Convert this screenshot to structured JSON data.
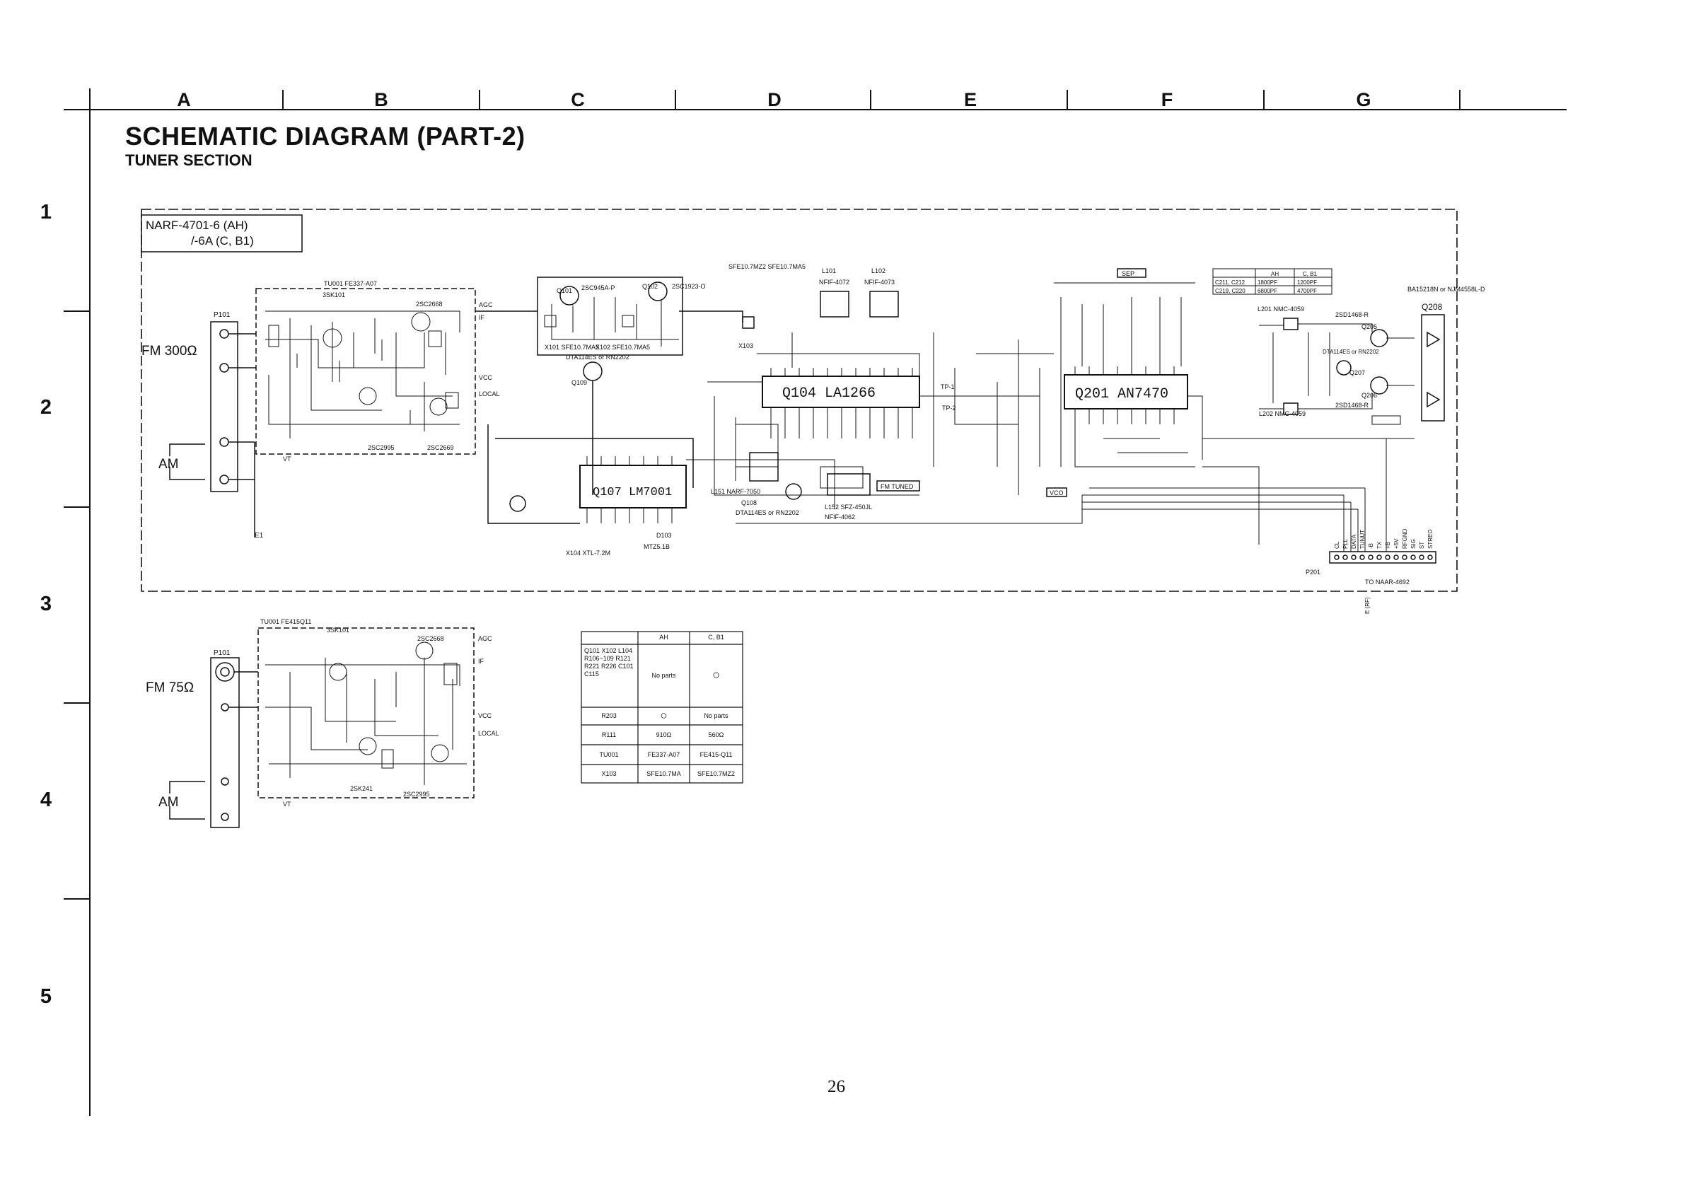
{
  "header": {
    "columns": [
      "A",
      "B",
      "C",
      "D",
      "E",
      "F",
      "G"
    ],
    "rows": [
      "1",
      "2",
      "3",
      "4",
      "5"
    ]
  },
  "title": "SCHEMATIC DIAGRAM (PART-2)",
  "subtitle": "TUNER SECTION",
  "page_number": "26",
  "model_box": {
    "line1": "NARF-4701-6 (AH)",
    "line2": "/-6A (C, B1)"
  },
  "inputs": {
    "fm300": "FM 300Ω",
    "am_top": "AM",
    "fm75": "FM 75Ω",
    "am_bottom": "AM",
    "p101_top": "P101",
    "p101_bottom": "P101",
    "e1": "E1"
  },
  "tuner_top": {
    "label": "TU001   FE337-A07",
    "transistor1": "3SK101",
    "transistor2": "2SC2668",
    "transistor3": "2SC2995",
    "transistor4": "2SC2669",
    "pins": [
      "AGC",
      "IF",
      "VCC",
      "LOCAL",
      "VT"
    ]
  },
  "tuner_bottom": {
    "label": "TU001   FE415Q11",
    "transistor1": "3SK101",
    "transistor2": "2SC2668",
    "transistor3": "2SK241",
    "transistor4": "2SC2995",
    "pins": [
      "AGC",
      "IF",
      "VCC",
      "LOCAL",
      "VT"
    ]
  },
  "ics": {
    "q107": "Q107   LM7001",
    "q104": "Q104   LA1266",
    "q201": "Q201   AN7470",
    "q208": "Q208",
    "q208_part": "BA15218N or NJM4558L-D"
  },
  "parts": {
    "q101": "Q101",
    "q102": "Q102",
    "q101_part": "2SC945A-P",
    "q102_part": "2SC1923-O",
    "x101": "X101  SFE10.7MA5",
    "x102": "X102  SFE10.7MA5",
    "x103": "X103",
    "x104": "X104  XTL-7.2M",
    "q109": "Q109",
    "q109_part": "DTA114ES or RN2202",
    "q108": "Q108",
    "q108_part": "DTA114ES or RN2202",
    "d103": "D103",
    "d103_part": "MTZ5.1B",
    "l151": "L151 NARF-7050",
    "l152": "L152  SFZ-450JL",
    "l101": "L101",
    "l102": "L102",
    "nfif1": "NFIF-4072",
    "nfif2": "NFIF-4073",
    "nfif3": "NFIF-4062",
    "fm_tuned": "FM TUNED",
    "sep": "SEP",
    "vco": "VCO",
    "q205": "Q205",
    "q206": "Q206",
    "q207": "Q207",
    "l201": "L201 NMC-4059",
    "l202": "L202 NMC-4059",
    "q205_part": "2SD1468-R",
    "q206_part": "2SD1468-R",
    "q207_part": "DTA114ES or RN2202",
    "tp1": "TP-1",
    "tp2": "TP-2",
    "sfe_top": "SFE10.7MZ2 SFE10.7MA5"
  },
  "cap_table_top": {
    "headers": [
      "",
      "AH",
      "C, B1"
    ],
    "rows": [
      [
        "C211, C212",
        "1800PF",
        "1200PF"
      ],
      [
        "C219, C220",
        "6800PF",
        "4700PF"
      ]
    ]
  },
  "connector": {
    "label": "P201",
    "to": "TO   NAAR-4692",
    "pins": [
      "CL",
      "PLL",
      "DATA",
      "TUNUT",
      "-B",
      "TX",
      "+B",
      "+5V",
      "RFGND",
      "SIG",
      "ST",
      "STREO"
    ],
    "e_rf": "E (RF)"
  },
  "variant_table": {
    "headers": [
      "",
      "AH",
      "C, B1"
    ],
    "rows": [
      [
        "Q101 X102 L104 R106~109 R121 R221 R226 C101 C115",
        "No parts",
        "○"
      ],
      [
        "R203",
        "○",
        "No parts"
      ],
      [
        "R111",
        "910Ω",
        "560Ω"
      ],
      [
        "TU001",
        "FE337-A07",
        "FE415-Q11"
      ],
      [
        "X103",
        "SFE10.7MA",
        "SFE10.7MZ2"
      ]
    ]
  }
}
